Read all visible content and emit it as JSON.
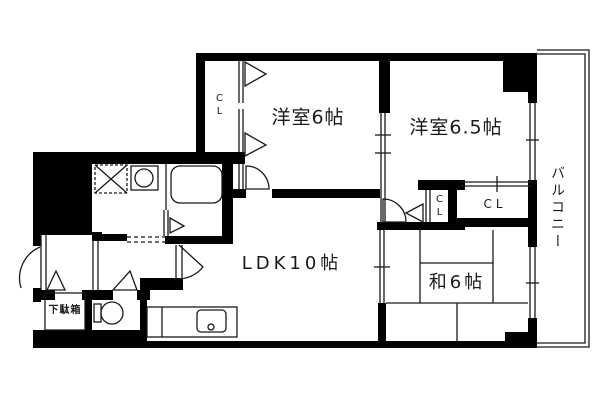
{
  "floorplan": {
    "colors": {
      "wall": "#000000",
      "background": "#ffffff",
      "line": "#1a1a1a"
    },
    "rooms": {
      "western1": {
        "label": "洋室6帖"
      },
      "western2": {
        "label": "洋室6.5帖"
      },
      "ldk": {
        "label": "LDK10帖"
      },
      "japanese": {
        "label": "和6帖"
      },
      "balcony": {
        "label": "バルコニー"
      },
      "closet_west1": {
        "label": "CL"
      },
      "closet_hall": {
        "label": "CL"
      },
      "closet_west2": {
        "label": "CL"
      },
      "shoe_cabinet": {
        "label": "下駄箱"
      }
    }
  }
}
